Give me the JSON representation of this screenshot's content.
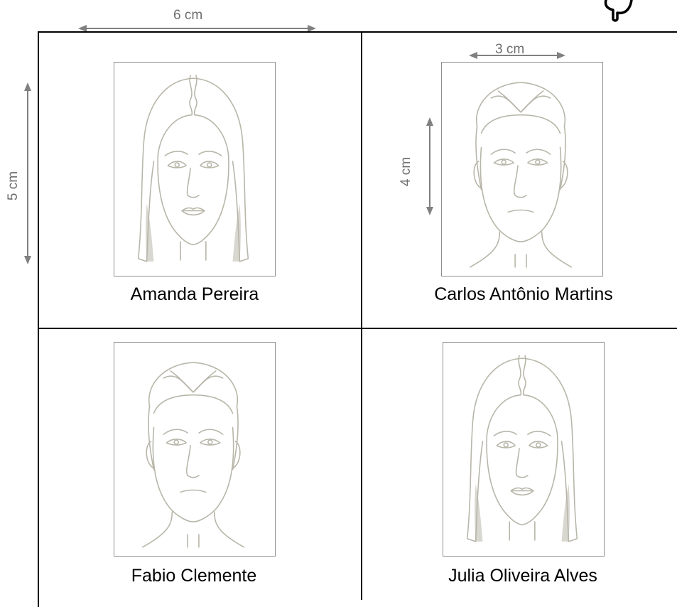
{
  "dimensions": {
    "width_label": "6 cm",
    "height_label": "5 cm",
    "photo_width_label": "3 cm",
    "photo_height_label": "4 cm"
  },
  "people": [
    {
      "name": "Amanda Pereira",
      "face": "female"
    },
    {
      "name": "Carlos Antônio Martins",
      "face": "male"
    },
    {
      "name": "Fabio Clemente",
      "face": "male"
    },
    {
      "name": "Julia Oliveira Alves",
      "face": "female"
    }
  ],
  "colors": {
    "arrow": "#808080",
    "sketch": "#b8b6a9",
    "grid_lines": "#000000",
    "photo_border": "#8e8e8e"
  }
}
